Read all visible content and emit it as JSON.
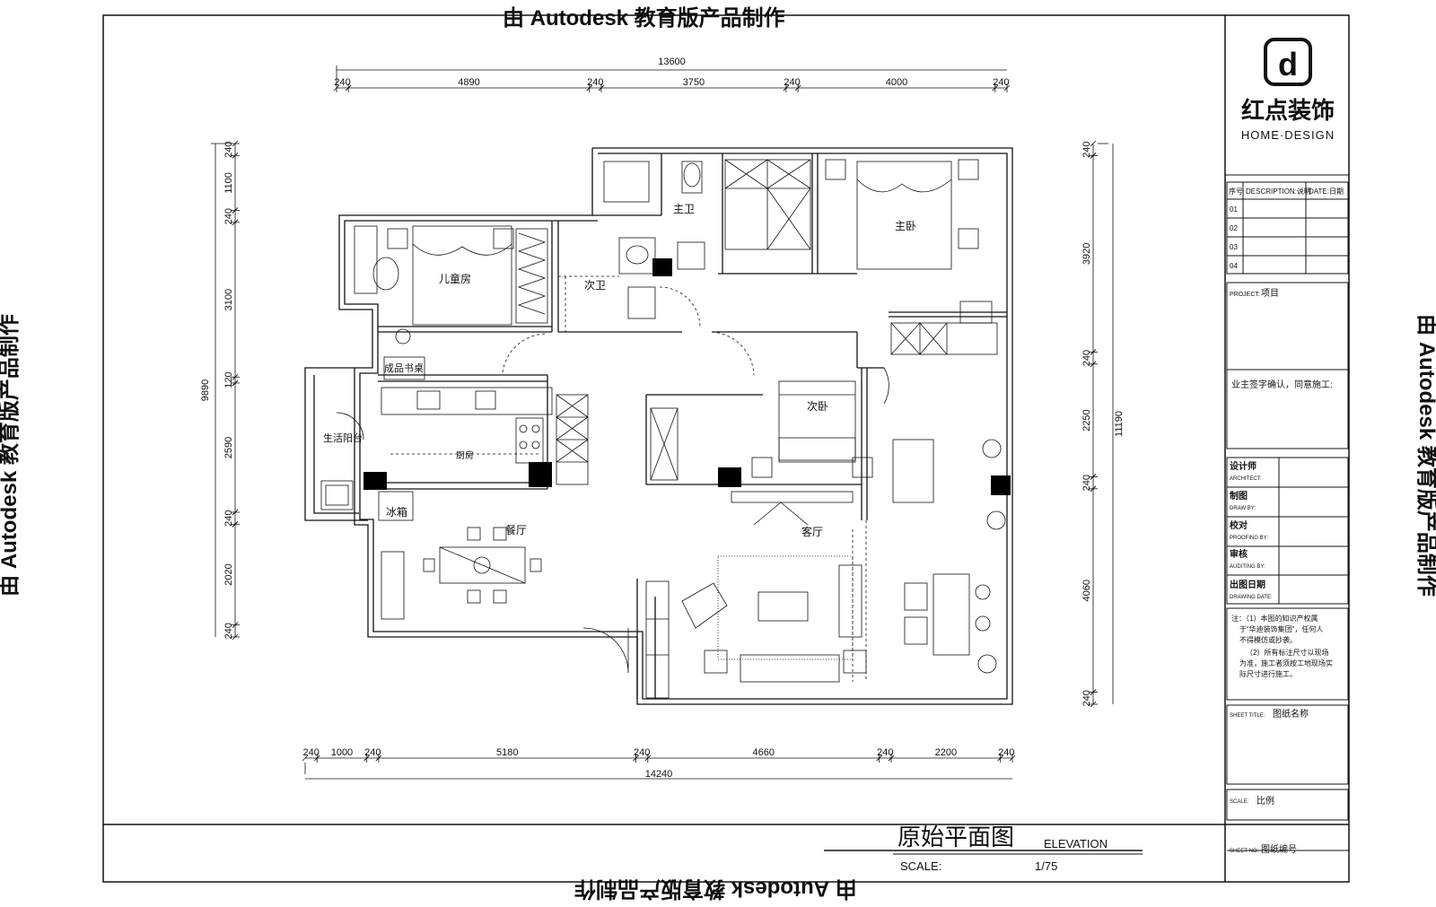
{
  "watermark": "由 Autodesk 教育版产品制作",
  "brand": {
    "name": "红点装饰",
    "sub": "HOME·DESIGN",
    "logo_glyph": "d"
  },
  "dims_top": {
    "total": "13600",
    "segments": [
      "240",
      "4890",
      "240",
      "3750",
      "240",
      "4000",
      "240"
    ]
  },
  "dims_bottom": {
    "total": "14240",
    "segments": [
      "240",
      "1000",
      "240",
      "5180",
      "240",
      "4660",
      "240",
      "2200",
      "240"
    ]
  },
  "dims_left": {
    "total": "9890",
    "segments": [
      "240",
      "1100",
      "240",
      "3100",
      "120",
      "2590",
      "240",
      "2020",
      "240"
    ]
  },
  "dims_right": {
    "total": "11190",
    "segments": [
      "240",
      "3920",
      "240",
      "2250",
      "240",
      "4060",
      "240"
    ]
  },
  "rooms": {
    "master_bath": "主卫",
    "master_bed": "主卧",
    "kids_room": "儿童房",
    "second_bath": "次卫",
    "desk": "成品书桌",
    "second_bed": "次卧",
    "balcony": "生活阳台",
    "kitchen": "厨房",
    "fridge": "冰箱",
    "dining": "餐厅",
    "living": "客厅"
  },
  "title_block": {
    "header_no": "序号",
    "header_desc": "DESCRIPTION:说明",
    "header_date": "DATE:日期",
    "rev_rows": [
      "01",
      "02",
      "03",
      "04"
    ],
    "project_label": "PROJECT:",
    "project_value": "项目",
    "owner_note": "业主签字确认，同意施工:",
    "roles": [
      {
        "cn": "设计师",
        "en": "ARCHITECT:"
      },
      {
        "cn": "制图",
        "en": "DRAW BY:"
      },
      {
        "cn": "校对",
        "en": "PROOFING BY:"
      },
      {
        "cn": "审核",
        "en": "AUDITING BY:"
      },
      {
        "cn": "出图日期",
        "en": "DRAWING DATE:"
      }
    ],
    "notes": [
      "注：（1）本图的知识产权属",
      "于“华迪装饰集团”，任何人",
      "不得模仿或抄袭。",
      "（2）所有标注尺寸以现场",
      "为准，施工者须按工地现场实",
      "际尺寸进行施工。"
    ],
    "sheet_title_label": "SHEET TITLE:",
    "sheet_title_value": "图纸名称",
    "scale_label": "SCALE:",
    "scale_value": "比例",
    "sheet_no_label": "SHEET NO:",
    "sheet_no_value": "图纸编号"
  },
  "drawing_title": {
    "cn": "原始平面图",
    "en": "ELEVATION",
    "scale_label": "SCALE:",
    "scale_value": "1/75"
  }
}
